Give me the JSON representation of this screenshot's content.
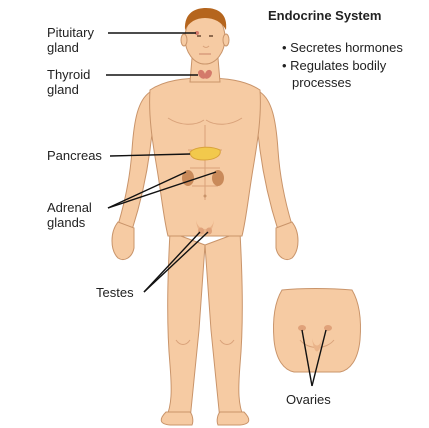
{
  "title": "Endocrine System",
  "bullets": [
    "• Secretes hormones",
    "• Regulates bodily",
    "processes"
  ],
  "labels": {
    "pituitary": [
      "Pituitary",
      "gland"
    ],
    "thyroid": [
      "Thyroid",
      "gland"
    ],
    "pancreas": "Pancreas",
    "adrenal": [
      "Adrenal",
      "glands"
    ],
    "testes": "Testes",
    "ovaries": "Ovaries"
  },
  "colors": {
    "skin": "#f6cba3",
    "hair": "#b5651d",
    "pancreas": "#f2c94c",
    "adrenal": "#c98a5a",
    "leader": "#111111"
  }
}
